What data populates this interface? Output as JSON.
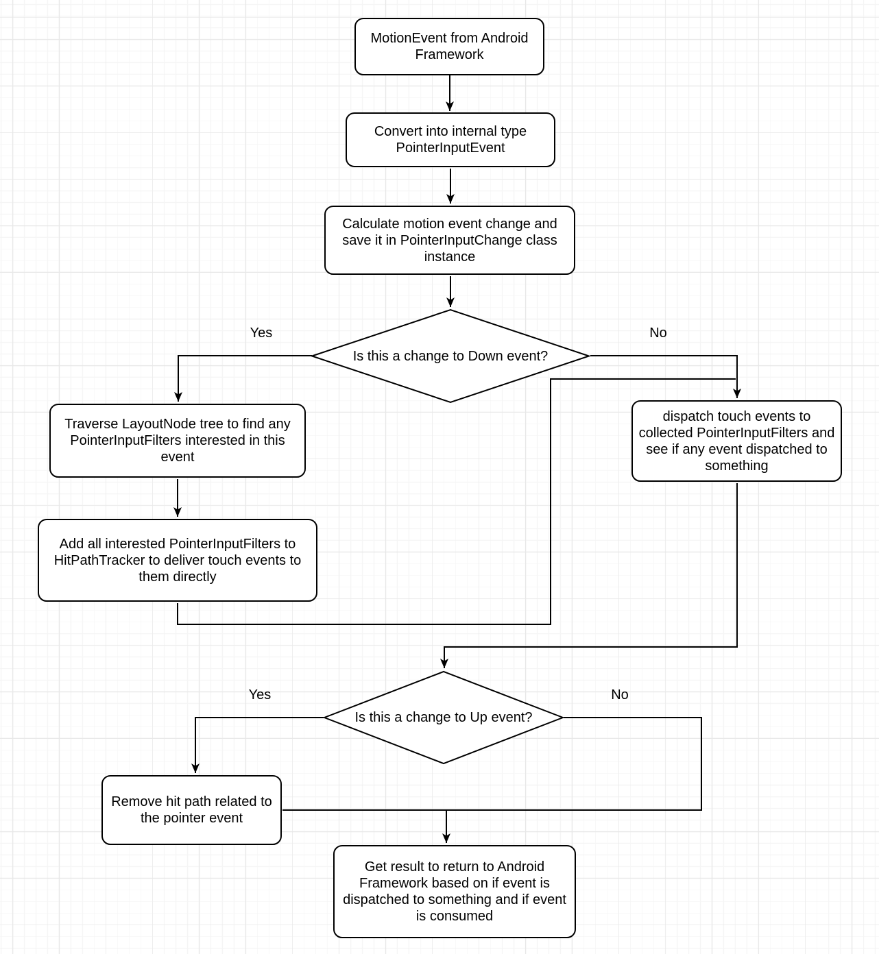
{
  "nodes": {
    "start": {
      "label": "MotionEvent from Android\nFramework"
    },
    "convert": {
      "label": "Convert into internal type\nPointerInputEvent"
    },
    "calculate": {
      "label": "Calculate motion event change and\nsave it in PointerInputChange class\ninstance"
    },
    "down_decision": {
      "label": "Is this a change to Down event?"
    },
    "traverse": {
      "label": "Traverse LayoutNode tree to find any\nPointerInputFilters interested in this\nevent"
    },
    "add_filters": {
      "label": "Add all interested PointerInputFilters to\nHitPathTracker to deliver touch events to\nthem directly"
    },
    "dispatch": {
      "label": "dispatch touch events to\ncollected PointerInputFilters and\nsee if any event dispatched to\nsomething"
    },
    "up_decision": {
      "label": "Is this a change to Up event?"
    },
    "remove": {
      "label": "Remove hit path related to\nthe pointer event"
    },
    "result": {
      "label": "Get result  to return to Android\nFramework based on if event is\ndispatched to something and if event\nis consumed"
    }
  },
  "branch_labels": {
    "down_yes": "Yes",
    "down_no": "No",
    "up_yes": "Yes",
    "up_no": "No"
  },
  "colors": {
    "stroke": "#000000",
    "fill": "#ffffff",
    "text": "#000000"
  }
}
